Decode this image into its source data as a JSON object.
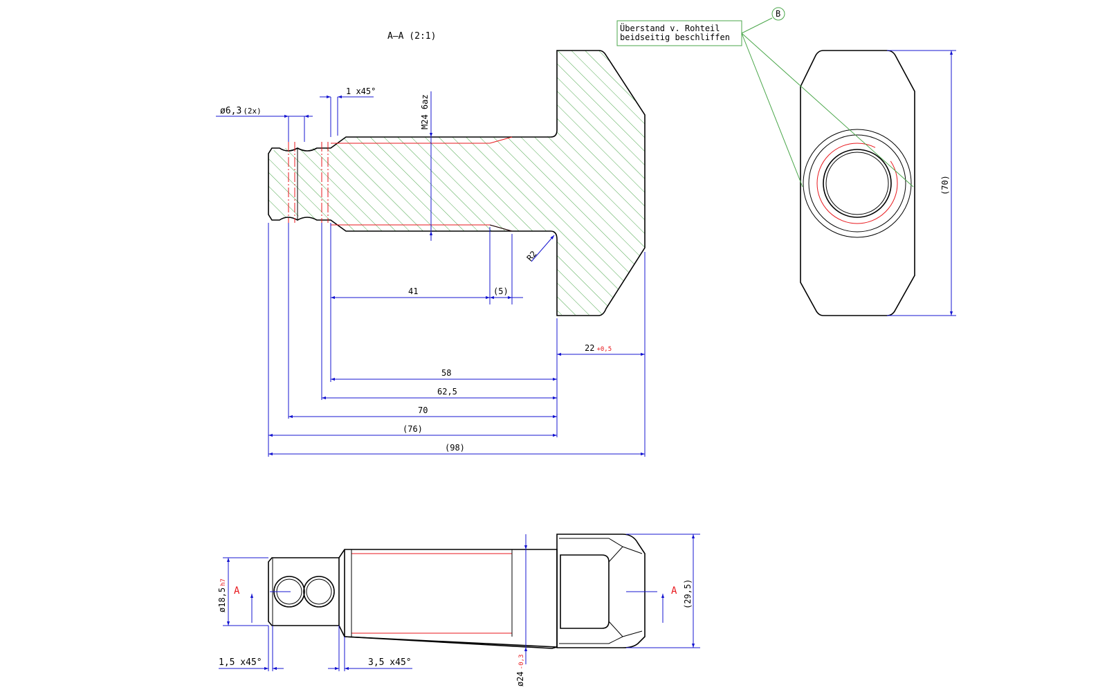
{
  "section_title": "A–A (2:1)",
  "balloon": "B",
  "note": {
    "line1": "Überstand v. Rohteil",
    "line2": "beidseitig beschliffen"
  },
  "dims": {
    "hole_dia": "ø6,3",
    "hole_count": "(2x)",
    "chamfer_top": "1 x45°",
    "thread": "M24 6az",
    "radius": "R2",
    "d41": "41",
    "d5": "(5)",
    "d22": "22",
    "d22_tol": "+0,5",
    "d58": "58",
    "d62_5": "62,5",
    "d70": "70",
    "d76": "(76)",
    "d98": "(98)",
    "d70_side": "(70)",
    "dia18_5": "ø18,5",
    "dia18_5_tol": "h7",
    "chamfer1_5": "1,5 x45°",
    "chamfer3_5": "3,5 x45°",
    "dia24": "ø24",
    "dia24_tol": "-0,3",
    "d29_5": "(29,5)",
    "cut_label": "A"
  },
  "colors": {
    "outline": "#000000",
    "dimension": "#1414d0",
    "thread_hidden": "#e8161b",
    "hatch": "#4aa64a"
  }
}
